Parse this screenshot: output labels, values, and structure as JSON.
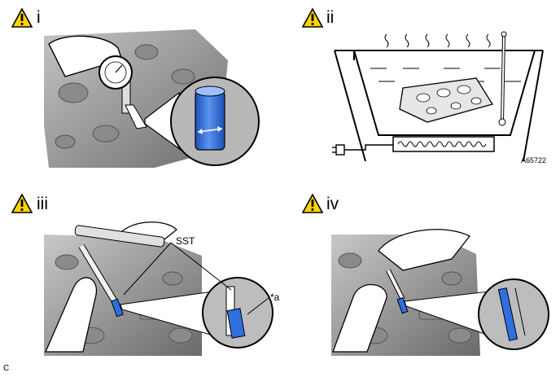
{
  "panels": [
    {
      "title": "i"
    },
    {
      "title": "ii"
    },
    {
      "title": "iii"
    },
    {
      "title": "iv"
    }
  ],
  "labels": {
    "sst": "SST",
    "a": "*a",
    "figure_code": "A65722",
    "corner": "C"
  },
  "icons": {
    "warning": "warning-triangle-icon"
  },
  "colors": {
    "warning_fill": "#ffd400",
    "blue_part": "#2f6fe0",
    "casting_gray": "#9a9a9a",
    "casting_dark": "#5e5e5e"
  }
}
